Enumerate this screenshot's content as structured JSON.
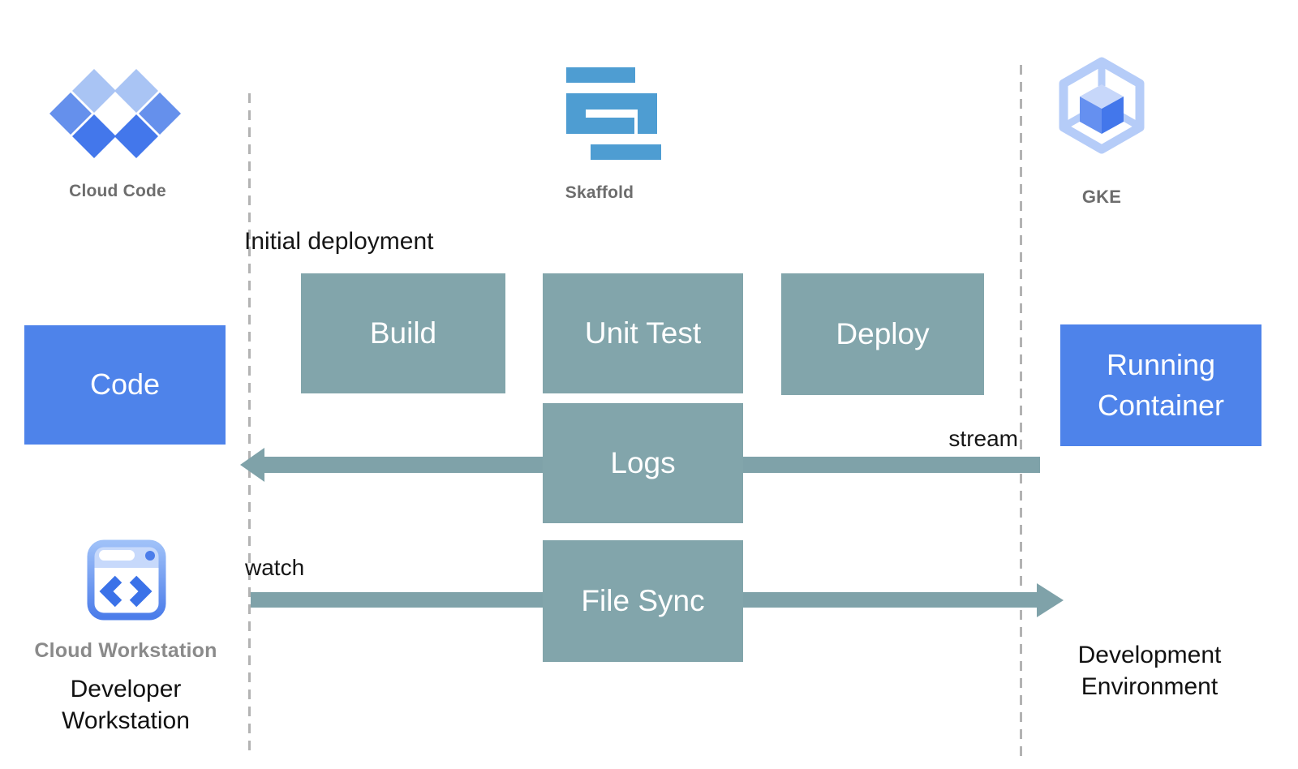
{
  "colors": {
    "endpoint_blue": "#4e83ea",
    "process_teal": "#82a5ab",
    "arrow_teal": "#7fa2a9",
    "skaffold_blue": "#4e9dd2",
    "cloud_code_light": "#a9c4f4",
    "cloud_code_mid": "#6590ec",
    "cloud_code_dark": "#4377eb",
    "gke_outline": "#b5ccf8",
    "divider_gray": "#b3b3b3",
    "label_gray": "#6d6d6d",
    "text_black": "#161616"
  },
  "icons": {
    "cloud_code": {
      "label": "Cloud Code"
    },
    "skaffold": {
      "label": "Skaffold"
    },
    "gke": {
      "label": "GKE"
    },
    "cloud_workstation": {
      "label": "Cloud Workstation"
    }
  },
  "nodes": {
    "code": {
      "label": "Code"
    },
    "build": {
      "label": "Build"
    },
    "unit_test": {
      "label": "Unit Test"
    },
    "deploy": {
      "label": "Deploy"
    },
    "logs": {
      "label": "Logs"
    },
    "file_sync": {
      "label": "File Sync"
    },
    "running_container": {
      "label": "Running Container"
    }
  },
  "annotations": {
    "initial_deployment": "Initial deployment",
    "stream": "stream",
    "watch": "watch"
  },
  "footers": {
    "developer_workstation": {
      "line1": "Developer",
      "line2": "Workstation"
    },
    "development_environment": {
      "line1": "Development",
      "line2": "Environment"
    }
  }
}
